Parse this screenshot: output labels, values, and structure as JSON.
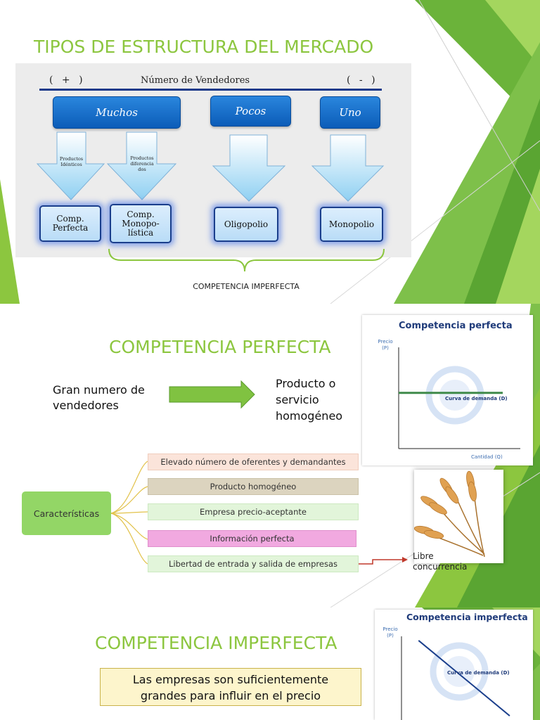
{
  "slide1": {
    "title": "TIPOS DE ESTRUCTURA DEL MERCADO",
    "scale_plus": "( + )",
    "scale_label": "Número de Vendedores",
    "scale_minus": "( - )",
    "sellers": [
      "Muchos",
      "Pocos",
      "Uno"
    ],
    "arrow_text_1": "Productos Idénticos",
    "arrow_text_2": "Productos diferencia dos",
    "markets": [
      {
        "label": "Comp. Perfecta"
      },
      {
        "label": "Comp. Monopo- lística"
      },
      {
        "label": "Oligopolio"
      },
      {
        "label": "Monopolio"
      }
    ],
    "brace_label": "COMPETENCIA IMPERFECTA"
  },
  "slide2": {
    "title": "COMPETENCIA PERFECTA",
    "left_text": "Gran numero de vendedores",
    "right_text": "Producto o servicio homogéneo",
    "center_node": "Características",
    "characteristics": [
      {
        "label": "Elevado número de oferentes y demandantes",
        "color": "#fbe4da"
      },
      {
        "label": "Producto homogéneo",
        "color": "#dcd4bf"
      },
      {
        "label": "Empresa precio-aceptante",
        "color": "#e2f5da"
      },
      {
        "label": "Información perfecta",
        "color": "#f1a9e0"
      },
      {
        "label": "Libertad de entrada y salida de empresas",
        "color": "#e2f5da"
      }
    ],
    "free_entry_label": "Libre concurrencia"
  },
  "slide3": {
    "title": "COMPETENCIA IMPERFECTA",
    "text": "Las empresas son suficientemente grandes para influir en el precio"
  },
  "chart_data": [
    {
      "type": "line",
      "title": "Competencia perfecta",
      "ylabel": "Precio (P)",
      "xlabel": "Cantidad (Q)",
      "series": [
        {
          "name": "Curva de demanda (D)",
          "x": [
            0,
            1
          ],
          "y": [
            0.55,
            0.55
          ]
        }
      ],
      "xlim": [
        0,
        1
      ],
      "ylim": [
        0,
        1
      ],
      "color": "#3f8a4a"
    },
    {
      "type": "line",
      "title": "Competencia imperfecta",
      "ylabel": "Precio (P)",
      "xlabel": "",
      "series": [
        {
          "name": "Curva de demanda (D)",
          "x": [
            0.15,
            0.95
          ],
          "y": [
            0.95,
            0.05
          ]
        }
      ],
      "xlim": [
        0,
        1
      ],
      "ylim": [
        0,
        1
      ],
      "color": "#1b3f8c"
    }
  ],
  "colors": {
    "title_green": "#8cc63f",
    "triangle_green_1": "#6bb33a",
    "triangle_green_2": "#a4d65e",
    "blue_box": "#1469c8",
    "arrow_green": "#80c241",
    "characteristics_node": "#93d666",
    "connector_red": "#c0392b",
    "yellow_box": "#fdf5cc"
  }
}
